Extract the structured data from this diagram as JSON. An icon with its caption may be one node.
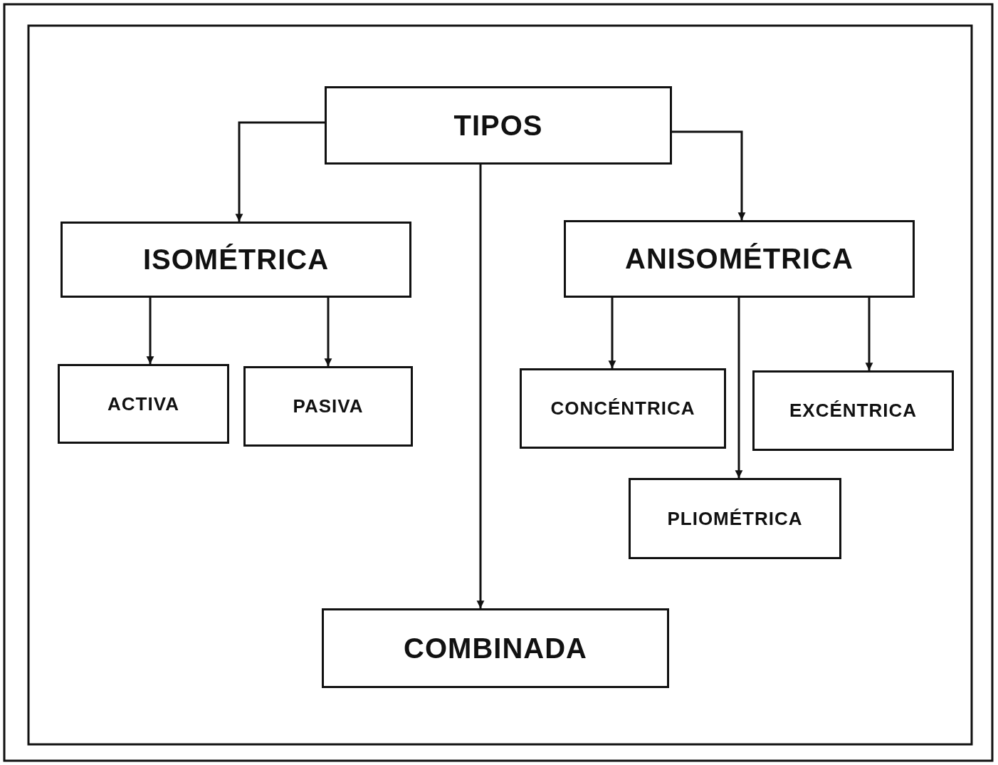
{
  "diagram": {
    "nodes": [
      {
        "text": [
          "TIPOS"
        ]
      },
      {
        "text": [
          "ISOMÉTRICA"
        ]
      },
      {
        "text": [
          "ANISOMÉTRICA"
        ]
      },
      {
        "text": [
          "ACTIVA"
        ]
      },
      {
        "text": [
          "PASIVA"
        ]
      },
      {
        "text": [
          "CONCÉNTRICA"
        ]
      },
      {
        "text": [
          "EXCÉNTRICA"
        ]
      },
      {
        "text": [
          "PLIOMÉTRICA"
        ]
      },
      {
        "text": [
          "COMBINADA"
        ]
      }
    ],
    "edges": [
      {
        "from": 0,
        "to": 1,
        "arrow": "to"
      },
      {
        "from": 0,
        "to": 2,
        "arrow": "to"
      },
      {
        "from": 0,
        "to": 8,
        "arrow": "to"
      },
      {
        "from": 1,
        "to": 3,
        "arrow": "to"
      },
      {
        "from": 1,
        "to": 4,
        "arrow": "to"
      },
      {
        "from": 2,
        "to": 5,
        "arrow": "to"
      },
      {
        "from": 2,
        "to": 7,
        "arrow": "to"
      },
      {
        "from": 2,
        "to": 6,
        "arrow": "to"
      }
    ]
  }
}
